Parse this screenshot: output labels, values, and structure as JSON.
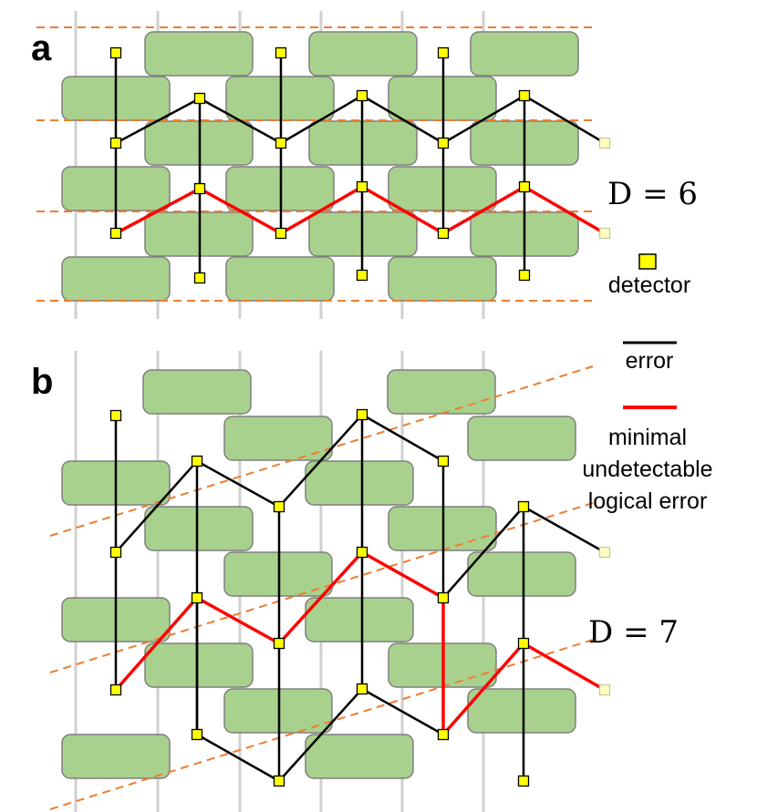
{
  "panels": {
    "a": {
      "label": "a",
      "distance": "D = 6"
    },
    "b": {
      "label": "b",
      "distance": "D = 7"
    }
  },
  "legend": {
    "detector": "detector",
    "error": "error",
    "logical_error_lines": [
      "minimal",
      "undetectable",
      "logical error"
    ]
  },
  "colors": {
    "gate_fill": "#a9d18e",
    "gate_stroke": "#7f7f7f",
    "detector_fill": "#ffff00",
    "detector_faded": "#ffffc0",
    "error_line": "#000000",
    "logical_error_line": "#ff0000",
    "boundary_dash": "#ed7d31",
    "qubit_line": "#d0d0d0"
  }
}
